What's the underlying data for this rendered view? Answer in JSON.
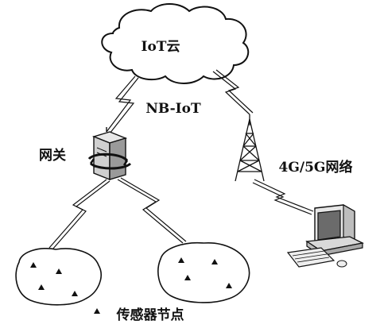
{
  "labels": {
    "cloud": "IoT云",
    "link": "NB-IoT",
    "gateway": "网关",
    "network": "4G/5G网络",
    "legend": "传感器节点"
  },
  "icons": {
    "cloud": "cloud-icon",
    "gateway": "gateway-server-icon",
    "tower": "cell-tower-icon",
    "computer": "desktop-computer-icon",
    "sensor": "triangle-sensor-icon",
    "link": "lightning-link-icon"
  },
  "colors": {
    "line": "#111111",
    "background": "#ffffff"
  }
}
